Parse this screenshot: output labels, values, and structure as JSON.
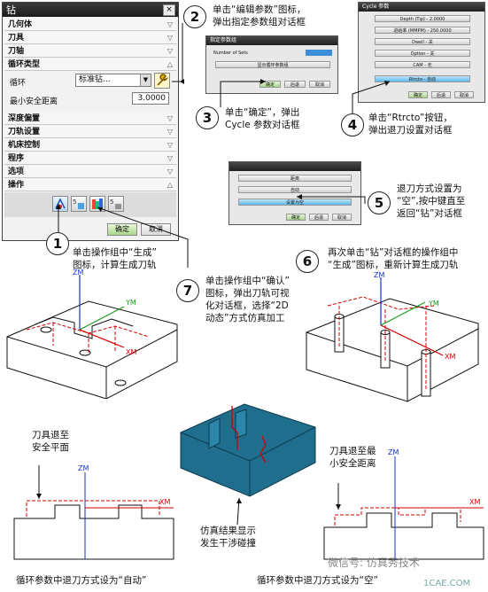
{
  "drill_dialog": {
    "title": "钻",
    "close": "×",
    "sections": {
      "geometry": "几何体",
      "tool": "刀具",
      "axis": "刀轴",
      "cycle_type": "循环类型",
      "depth_offset": "深度偏置",
      "tool_settings": "刀轨设置",
      "machine_control": "机床控制",
      "program": "程序",
      "options": "选项",
      "actions": "操作"
    },
    "cycle_label": "循环",
    "cycle_value": "标准钻...",
    "min_clearance_label": "最小安全距离",
    "min_clearance_value": "3.0000",
    "ok": "确定",
    "cancel": "取消"
  },
  "params_dialog": {
    "title": "指定参数组",
    "number_of_sets_label": "Number of Sets",
    "number_of_sets_value": "1",
    "show_params": "显示循环参数组",
    "ok": "确定",
    "back": "后退",
    "cancel": "取消"
  },
  "cycle_dialog": {
    "title": "Cycle 参数",
    "rows": [
      "Depth (Tip) - 2.0000",
      "进给率 (MMPM) - 250.0000",
      "Dwell - 关",
      "Option - 关",
      "CAM - 无",
      "Rtrcto - 自动"
    ],
    "ok": "确定",
    "back": "后退",
    "cancel": "取消"
  },
  "retract_dialog": {
    "rows": [
      "距离",
      "自动",
      "设置为空"
    ],
    "ok": "确定",
    "back": "后退",
    "cancel": "取消"
  },
  "steps": {
    "s1": {
      "num": "1",
      "text1": "单击操作组中“生成”",
      "text2": "图标，计算生成刀轨"
    },
    "s2": {
      "num": "2",
      "text1": "单击“编辑参数”图标，",
      "text2": "弹出指定参数组对话框"
    },
    "s3": {
      "num": "3",
      "text1": "单击“确定”，弹出",
      "text2": "Cycle 参数对话框"
    },
    "s4": {
      "num": "4",
      "text1": "单击“Rtrcto”按钮，",
      "text2": "弹出退刀设置对话框"
    },
    "s5": {
      "num": "5",
      "text1": "退刀方式设置为",
      "text2": "“空”,按中键直至",
      "text3": "返回“钻”对话框"
    },
    "s6": {
      "num": "6",
      "text1": "再次单击“钻”对话框的操作组中",
      "text2": "“生成”图标，重新计算生成刀轨"
    },
    "s7": {
      "num": "7",
      "text1": "单击操作组中“确认”",
      "text2": "图标，弹出刀轨可视",
      "text3": "化对话框，选择“2D",
      "text4": "动态”方式仿真加工"
    }
  },
  "axes": {
    "zm": "ZM",
    "ym": "YM",
    "xm": "XM"
  },
  "captions": {
    "retract_safe_plane_1": "刀具退至",
    "retract_safe_plane_2": "安全平面",
    "retract_min_1": "刀具退至最",
    "retract_min_2": "小安全距离",
    "sim_result_1": "仿真结果显示",
    "sim_result_2": "发生干涉碰撞",
    "auto_caption": "循环参数中退刀方式设为“自动”",
    "empty_caption": "循环参数中退刀方式设为“空”",
    "watermark": "微信号: 仿真秀技术",
    "site": "1CAE.COM"
  },
  "colors": {
    "ok_green": "#a9d68a",
    "axis_red": "#d00000",
    "axis_green": "#1a9e1a",
    "axis_blue": "#1533c8",
    "sim_blue": "#1f6e8e"
  }
}
